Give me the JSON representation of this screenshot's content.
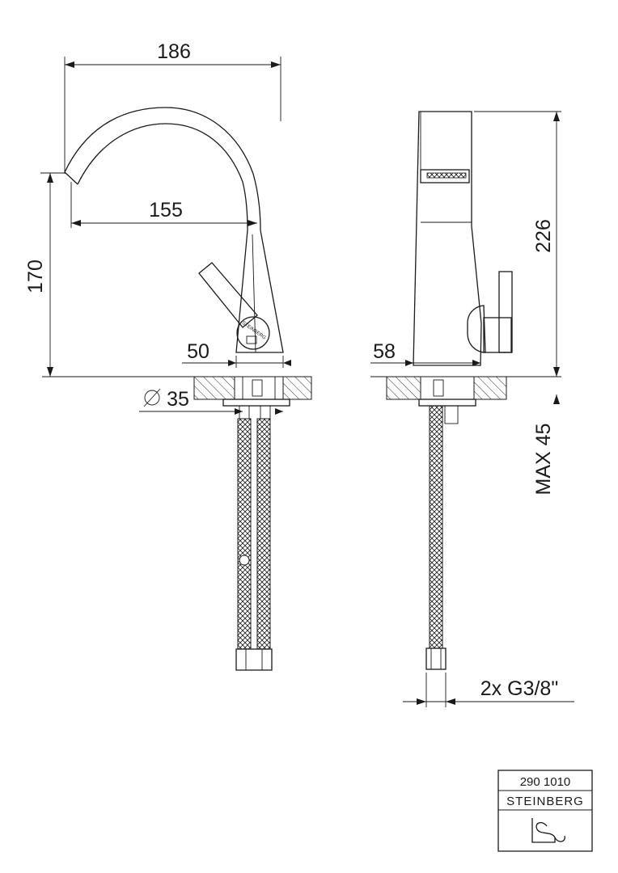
{
  "dimensions": {
    "width_top": "186",
    "height_side": "170",
    "spout_reach": "155",
    "base_width_front": "50",
    "hole_diameter": "35",
    "height_right": "226",
    "base_width_side": "58",
    "max_thickness": "MAX 45",
    "connection": "2x G3/8\""
  },
  "title_block": {
    "article_number": "290 1010",
    "brand": "STEINBERG"
  },
  "logo_text": "STEINBERG",
  "colors": {
    "line": "#1a1a1a",
    "background": "#ffffff"
  }
}
